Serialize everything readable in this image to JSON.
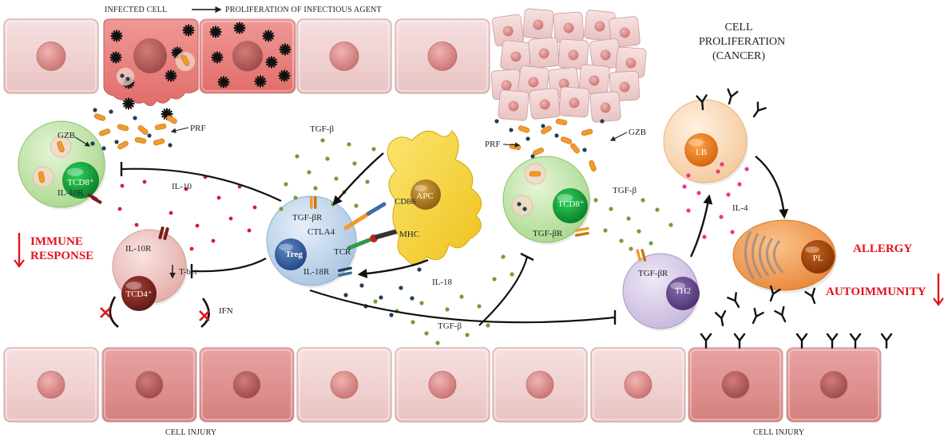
{
  "top_left_caption": {
    "left": "INFECTED CELL",
    "right": "PROLIFERATION OF INFECTIOUS AGENT"
  },
  "cancer_caption": [
    "CELL",
    "PROLIFERATION",
    "(CANCER)"
  ],
  "bottom_captions": {
    "left": "CELL INJURY",
    "right": "CELL INJURY"
  },
  "outcomes": {
    "immune_response": [
      "IMMUNE",
      "RESPONSE"
    ],
    "allergy": "ALLERGY",
    "autoimmunity": "AUTOIMMUNITY"
  },
  "cells": {
    "tcd8_left": "TCD8⁺",
    "tcd8_right": "TCD8⁺",
    "tcd4": "TCD4⁺",
    "treg": "Treg",
    "apc": "APC",
    "th2": "TH2",
    "lb": "LB",
    "pl": "PL"
  },
  "labels": {
    "gzb_left": "GZB",
    "prf_left": "PRF",
    "il10r_tcd8": "IL-10R",
    "il10": "IL-10",
    "il10r_tcd4": "IL-10R",
    "tbet": "T-bet",
    "ifn": "IFN",
    "tgfb_top": "TGF-β",
    "tgfbr_treg": "TGF-βR",
    "ctla4": "CTLA4",
    "tcr": "TCR",
    "il18r": "IL-18R",
    "cd86": "CD86",
    "mhc": "MHC",
    "il18": "IL-18",
    "tgfb_bottom": "TGF-β",
    "prf_right": "PRF",
    "gzb_right": "GZB",
    "tgfb_right": "TGF-β",
    "tgfbr_tcd8": "TGF-βR",
    "tgfbr_th2": "TGF-βR",
    "il4": "IL-4"
  },
  "colors": {
    "cell_light": "#f3d3d3",
    "cell_infected": "#e9807c",
    "cell_dark": "#e0a0a0",
    "nucleus": "#d98f8c",
    "tcd8_membrane": "#bfe3a8",
    "treg_membrane": "#c6d9ee",
    "tcd4_membrane": "#f1c9c6",
    "th2_membrane": "#d9cde8",
    "lb_membrane": "#fbe0c5",
    "pl_membrane": "#f5a35a",
    "apc": "#f4d53a",
    "red_accent": "#e0141e",
    "green_dot": "#7a9a3a",
    "navy_dot": "#1f3f5c",
    "red_dot": "#d0202a",
    "pink_dot": "#f0358c",
    "granule": "#f39a2c"
  },
  "icons": [
    "asterisk-icon",
    "antibody-icon",
    "down-arrow-icon",
    "cross-icon",
    "inhibit-arrow-icon",
    "activate-arrow-icon"
  ]
}
